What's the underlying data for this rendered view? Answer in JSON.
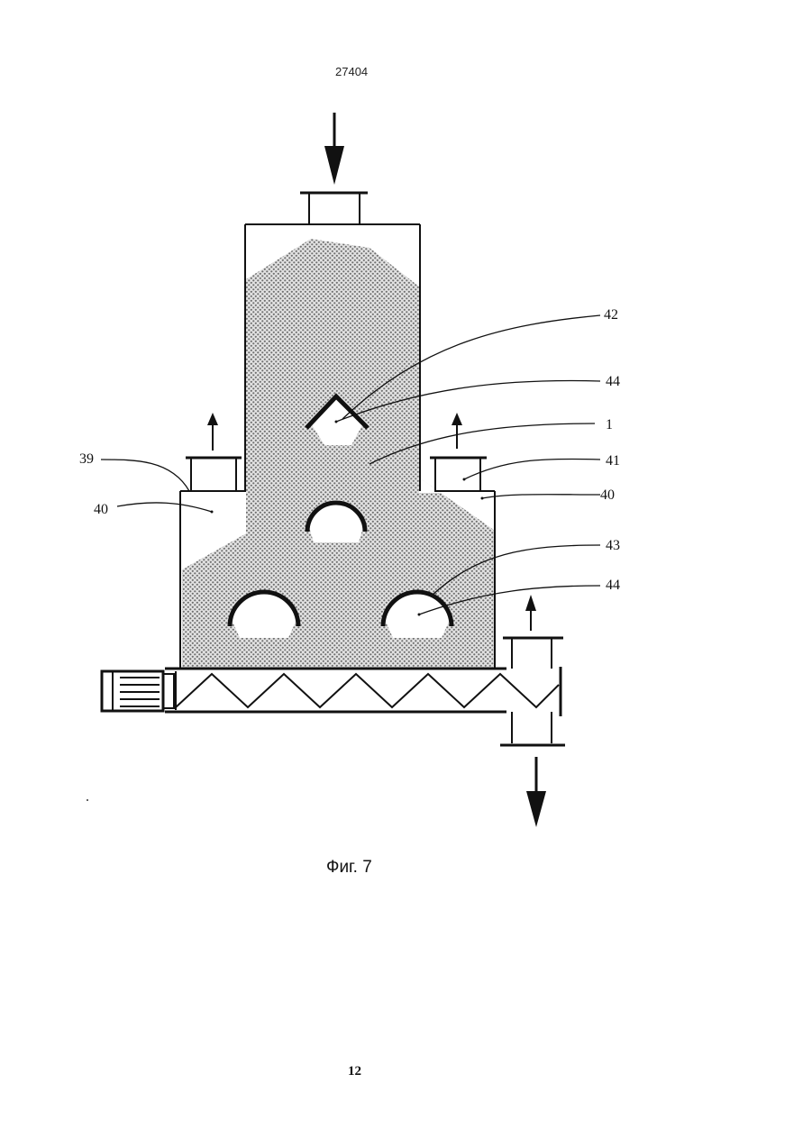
{
  "header": {
    "document_number": "27404"
  },
  "figure": {
    "caption": "Фиг. 7",
    "callouts": {
      "c42": "42",
      "c44_top": "44",
      "c1": "1",
      "c39": "39",
      "c41": "41",
      "c40_left": "40",
      "c40_right": "40",
      "c43": "43",
      "c44_bottom": "44"
    }
  },
  "footer": {
    "page_number": "12"
  }
}
